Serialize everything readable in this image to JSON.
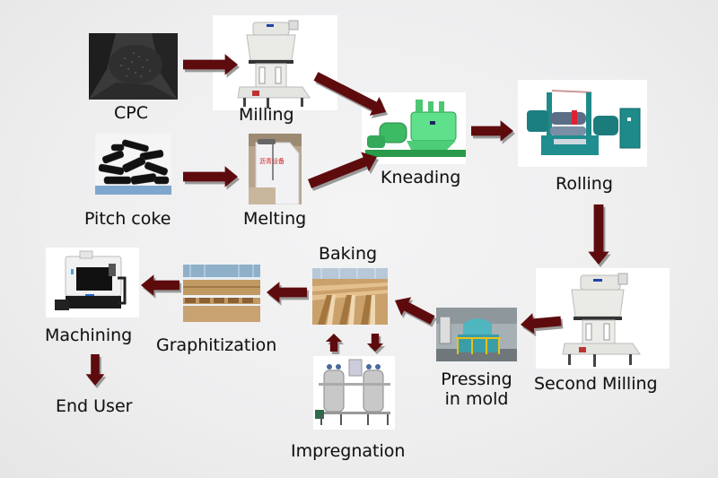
{
  "diagram": {
    "type": "process-flow",
    "arrow_color": "#5e0b0e",
    "arrow_shadow_color": "#9a9a9a",
    "background_color": "#efefef",
    "steps": [
      {
        "id": "cpc",
        "label": "CPC",
        "image": "cpc-granules-photo"
      },
      {
        "id": "milling",
        "label": "Milling",
        "image": "raymond-mill-photo"
      },
      {
        "id": "pitch-coke",
        "label": "Pitch coke",
        "image": "pitch-coke-photo"
      },
      {
        "id": "melting",
        "label": "Melting",
        "image": "melting-tank-photo"
      },
      {
        "id": "kneading",
        "label": "Kneading",
        "image": "kneading-machine-photo"
      },
      {
        "id": "rolling",
        "label": "Rolling",
        "image": "rolling-mill-photo"
      },
      {
        "id": "second-milling",
        "label": "Second Milling",
        "image": "raymond-mill-photo"
      },
      {
        "id": "pressing",
        "label_line1": "Pressing",
        "label_line2": "in mold",
        "image": "press-machine-photo"
      },
      {
        "id": "baking",
        "label": "Baking",
        "image": "baking-furnace-photo"
      },
      {
        "id": "impregnation",
        "label": "Impregnation",
        "image": "impregnation-tanks-photo"
      },
      {
        "id": "graphitization",
        "label": "Graphitization",
        "image": "graphitization-furnace-photo"
      },
      {
        "id": "machining",
        "label": "Machining",
        "image": "cnc-machine-photo"
      },
      {
        "id": "end-user",
        "label": "End User"
      }
    ],
    "flows": [
      {
        "from": "cpc",
        "to": "milling"
      },
      {
        "from": "pitch-coke",
        "to": "melting"
      },
      {
        "from": "milling",
        "to": "kneading"
      },
      {
        "from": "melting",
        "to": "kneading"
      },
      {
        "from": "kneading",
        "to": "rolling"
      },
      {
        "from": "rolling",
        "to": "second-milling"
      },
      {
        "from": "second-milling",
        "to": "pressing"
      },
      {
        "from": "pressing",
        "to": "baking"
      },
      {
        "from": "baking",
        "to": "impregnation"
      },
      {
        "from": "impregnation",
        "to": "baking"
      },
      {
        "from": "baking",
        "to": "graphitization"
      },
      {
        "from": "graphitization",
        "to": "machining"
      },
      {
        "from": "machining",
        "to": "end-user"
      }
    ],
    "melting_tank_sign": "沥青设备"
  }
}
